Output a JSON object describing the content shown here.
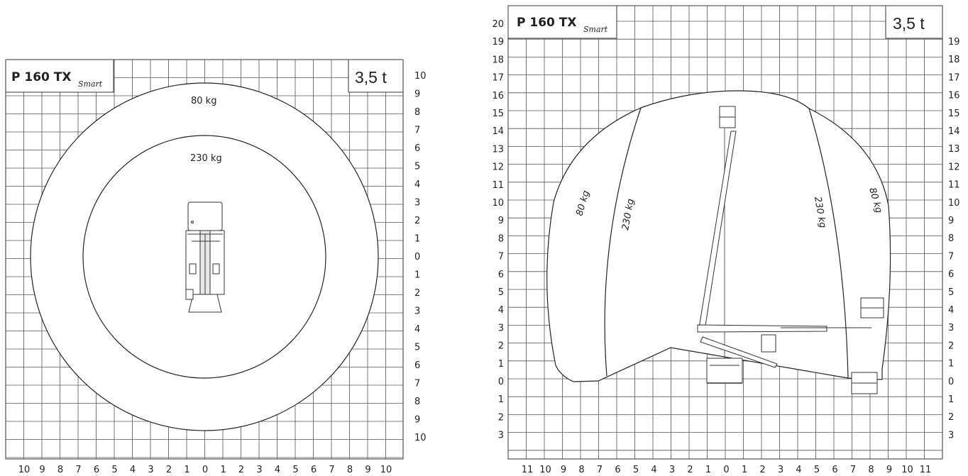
{
  "left_chart": {
    "model": "P 160 TX",
    "series": "Smart",
    "weight": "3,5 t",
    "zone_labels": [
      "80 kg",
      "230 kg"
    ],
    "y_ticks": [
      "10",
      "9",
      "8",
      "7",
      "6",
      "5",
      "4",
      "3",
      "2",
      "1",
      "0",
      "1",
      "2",
      "3",
      "4",
      "5",
      "6",
      "7",
      "8",
      "9",
      "10"
    ],
    "x_ticks": [
      "10",
      "9",
      "8",
      "7",
      "6",
      "5",
      "4",
      "3",
      "2",
      "1",
      "0",
      "1",
      "2",
      "3",
      "4",
      "5",
      "6",
      "7",
      "8",
      "9",
      "10"
    ]
  },
  "right_chart": {
    "model": "P 160 TX",
    "series": "Smart",
    "weight": "3,5 t",
    "zone_labels": [
      "80 kg",
      "230 kg",
      "230 kg",
      "80 kg"
    ],
    "y_ticks_left": [
      "20",
      "19",
      "18",
      "17",
      "16",
      "15",
      "14",
      "13",
      "12",
      "11",
      "10",
      "9",
      "8",
      "7",
      "6",
      "5",
      "4",
      "3",
      "2",
      "1",
      "0",
      "1",
      "2",
      "3"
    ],
    "y_ticks_right": [
      "19",
      "18",
      "17",
      "16",
      "15",
      "14",
      "13",
      "12",
      "11",
      "10",
      "9",
      "8",
      "7",
      "6",
      "5",
      "4",
      "3",
      "2",
      "1",
      "0",
      "1",
      "2",
      "3"
    ],
    "x_ticks": [
      "11",
      "10",
      "9",
      "8",
      "7",
      "6",
      "5",
      "4",
      "3",
      "2",
      "1",
      "0",
      "1",
      "2",
      "3",
      "4",
      "5",
      "6",
      "7",
      "8",
      "9",
      "10",
      "11"
    ]
  }
}
